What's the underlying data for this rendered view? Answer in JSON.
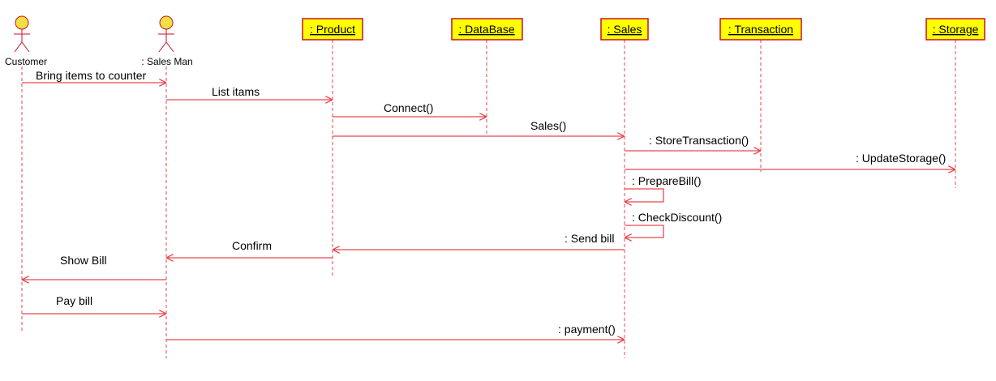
{
  "colors": {
    "line": "#e8474f",
    "box_fill": "#ffff00",
    "box_border": "#c8102e",
    "actor_head": "#f0e040"
  },
  "actors": [
    {
      "id": "customer",
      "label": "Customer"
    },
    {
      "id": "salesman",
      "label": ": Sales Man"
    }
  ],
  "objects": [
    {
      "id": "product",
      "label": ": Product"
    },
    {
      "id": "database",
      "label": ": DataBase"
    },
    {
      "id": "sales",
      "label": ": Sales"
    },
    {
      "id": "transaction",
      "label": ": Transaction"
    },
    {
      "id": "storage",
      "label": ": Storage"
    }
  ],
  "messages": [
    {
      "label": "Bring items to counter",
      "from": "customer",
      "to": "salesman"
    },
    {
      "label": "List itams",
      "from": "salesman",
      "to": "product"
    },
    {
      "label": "Connect()",
      "from": "product",
      "to": "database"
    },
    {
      "label": "Sales()",
      "from": "product",
      "to": "sales"
    },
    {
      "label": ": StoreTransaction()",
      "from": "sales",
      "to": "transaction"
    },
    {
      "label": ": UpdateStorage()",
      "from": "sales",
      "to": "storage"
    },
    {
      "label": ": PrepareBill()",
      "from": "sales",
      "to": "sales"
    },
    {
      "label": ": CheckDiscount()",
      "from": "sales",
      "to": "sales"
    },
    {
      "label": ": Send bill",
      "from": "sales",
      "to": "product"
    },
    {
      "label": "Confirm",
      "from": "product",
      "to": "salesman"
    },
    {
      "label": "Show Bill",
      "from": "salesman",
      "to": "customer"
    },
    {
      "label": "Pay bill",
      "from": "customer",
      "to": "salesman"
    },
    {
      "label": ": payment()",
      "from": "salesman",
      "to": "sales"
    }
  ]
}
